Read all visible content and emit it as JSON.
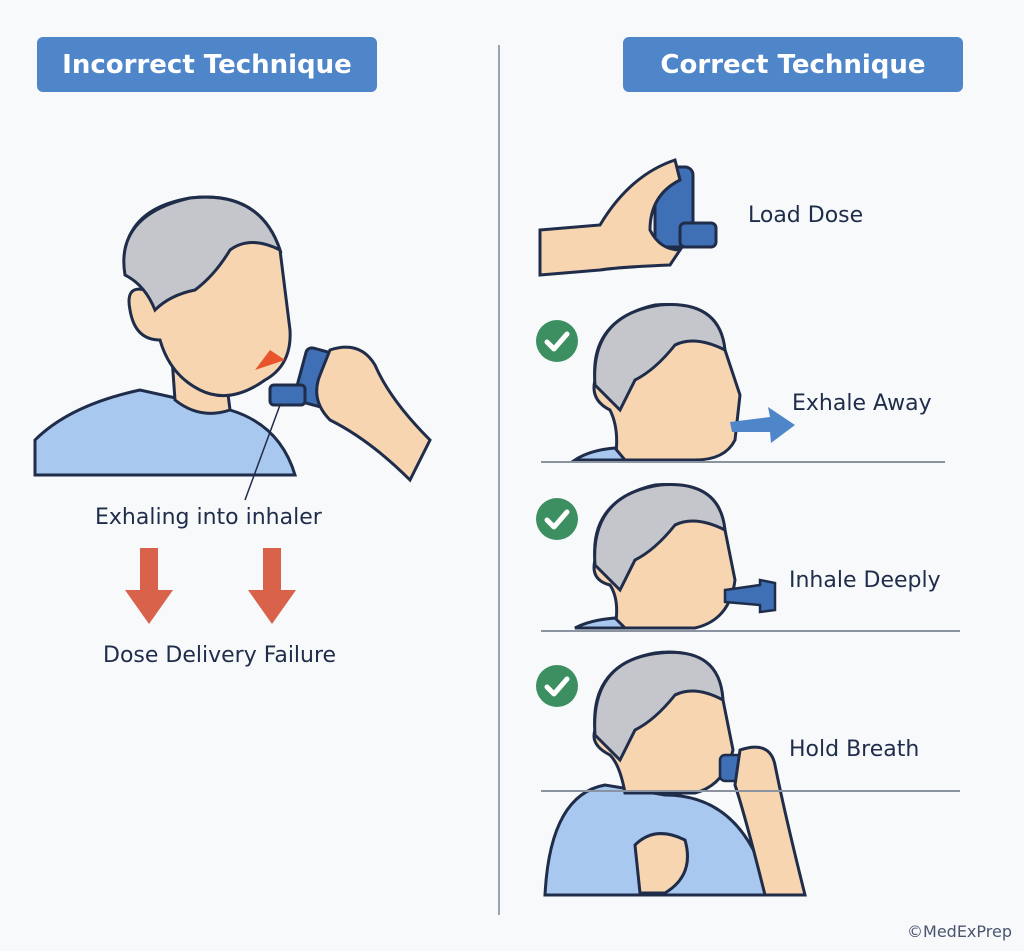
{
  "left_panel": {
    "title": "Incorrect Technique",
    "caption": "Exhaling into inhaler",
    "result": "Dose Delivery Failure",
    "arrow_color": "#d9624a"
  },
  "right_panel": {
    "title": "Correct Technique",
    "steps": [
      {
        "label": "Load Dose",
        "checked": false
      },
      {
        "label": "Exhale Away",
        "checked": true
      },
      {
        "label": "Inhale Deeply",
        "checked": true
      },
      {
        "label": "Hold Breath",
        "checked": true
      }
    ],
    "check_color": "#3c8f61"
  },
  "colors": {
    "header_bg": "#4f86c9",
    "inhaler": "#3f6fb5",
    "skin": "#f6d5b0",
    "hair": "#c4c6cc",
    "shirt": "#a9c8ef"
  },
  "footer": {
    "credit": "©MedExPrep"
  }
}
